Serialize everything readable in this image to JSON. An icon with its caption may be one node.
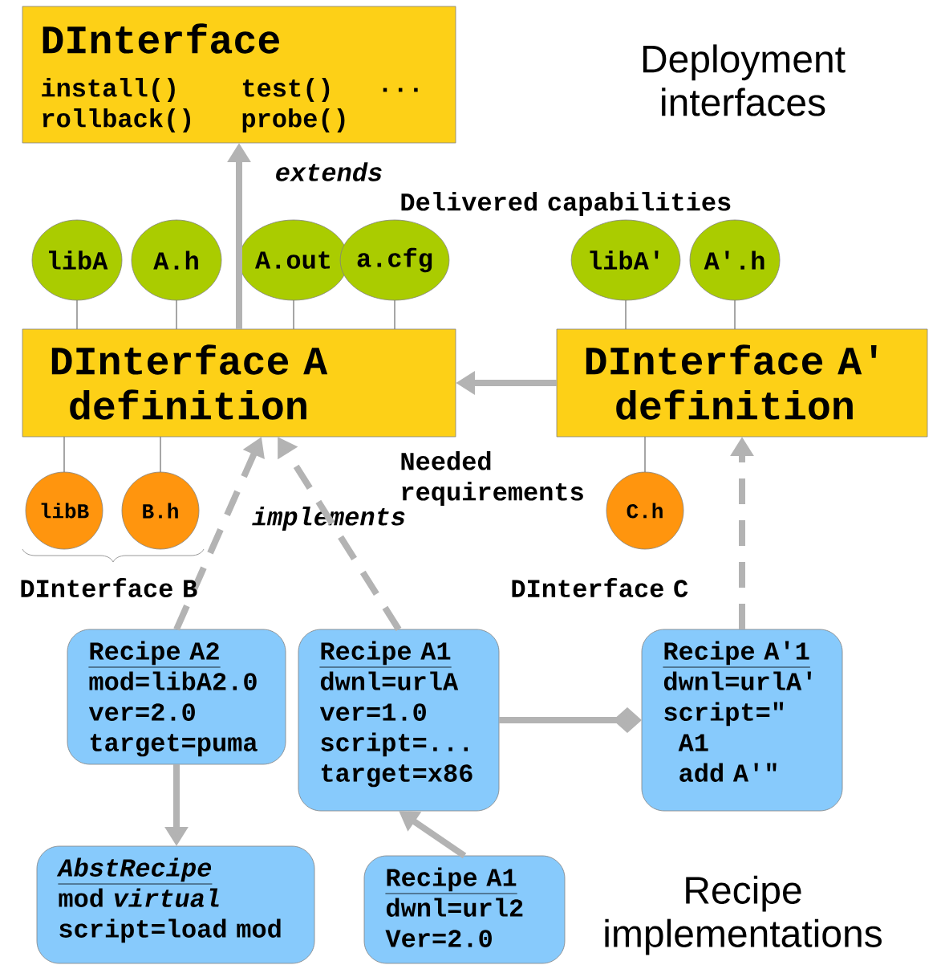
{
  "diagram": {
    "nodes": [
      {
        "text": [
          "DInterface",
          "install()",
          "test()",
          "...",
          "rollback()",
          "probe()"
        ]
      },
      {
        "text": [
          "libA"
        ]
      },
      {
        "text": [
          "A.h"
        ]
      },
      {
        "text": [
          "A.out"
        ]
      },
      {
        "text": [
          "a.cfg"
        ]
      },
      {
        "text": [
          "libA'"
        ]
      },
      {
        "text": [
          "A'.h"
        ]
      },
      {
        "text": [
          "DInterface A definition"
        ]
      },
      {
        "text": [
          "DInterface A' definition"
        ]
      },
      {
        "text": [
          "libB"
        ]
      },
      {
        "text": [
          "B.h"
        ]
      },
      {
        "text": [
          "C.h"
        ]
      },
      {
        "text": [
          "Recipe A2",
          "mod=libA2.0 ver=2.0 target=puma"
        ]
      },
      {
        "text": [
          "Recipe A1",
          "dwnl=urlA ver=1.0 script=... target=x86"
        ]
      },
      {
        "text": [
          "Recipe A'1",
          "dwnl=urlA' script=\"",
          "A1",
          "add A'\""
        ]
      },
      {
        "text": [
          "AbstRecipe",
          "mod *virtual* script=load mod"
        ]
      },
      {
        "text": [
          "Recipe A1",
          "dwnl=url2 Ver=2.0"
        ]
      }
    ],
    "edges": [
      {
        "from": 7,
        "to": 0,
        "arrow": "to",
        "label": "extends",
        "style": "thick",
        "color": "#b3b3b3"
      },
      {
        "from": 1,
        "to": 7,
        "arrow": "none"
      },
      {
        "from": 2,
        "to": 7,
        "arrow": "none"
      },
      {
        "from": 3,
        "to": 7,
        "arrow": "none"
      },
      {
        "from": 4,
        "to": 7,
        "arrow": "none"
      },
      {
        "from": 5,
        "to": 8,
        "arrow": "none"
      },
      {
        "from": 6,
        "to": 8,
        "arrow": "none"
      },
      {
        "from": 8,
        "to": 7,
        "arrow": "to",
        "style": "thick",
        "color": "#b3b3b3"
      },
      {
        "from": 9,
        "to": 7,
        "arrow": "none"
      },
      {
        "from": 10,
        "to": 7,
        "arrow": "none"
      },
      {
        "from": 11,
        "to": 8,
        "arrow": "none"
      },
      {
        "from": 12,
        "to": 7,
        "arrow": "to",
        "label": "implements",
        "style": "dashed",
        "color": "#b3b3b3"
      },
      {
        "from": 13,
        "to": 7,
        "arrow": "to",
        "style": "dashed",
        "color": "#b3b3b3"
      },
      {
        "from": 14,
        "to": 8,
        "arrow": "to",
        "style": "dashed",
        "color": "#b3b3b3"
      },
      {
        "from": 13,
        "to": 14,
        "arrow": "other",
        "style": "thick",
        "color": "#b3b3b3"
      },
      {
        "from": 12,
        "to": 15,
        "arrow": "to",
        "style": "thick",
        "color": "#b3b3b3"
      },
      {
        "from": 16,
        "to": 13,
        "arrow": "to",
        "style": "thick",
        "color": "#b3b3b3"
      }
    ],
    "labels": [
      "Deployment interfaces",
      "Delivered capabilities",
      "Needed requirements",
      "DInterface B",
      "DInterface C",
      "Recipe implementations"
    ]
  }
}
